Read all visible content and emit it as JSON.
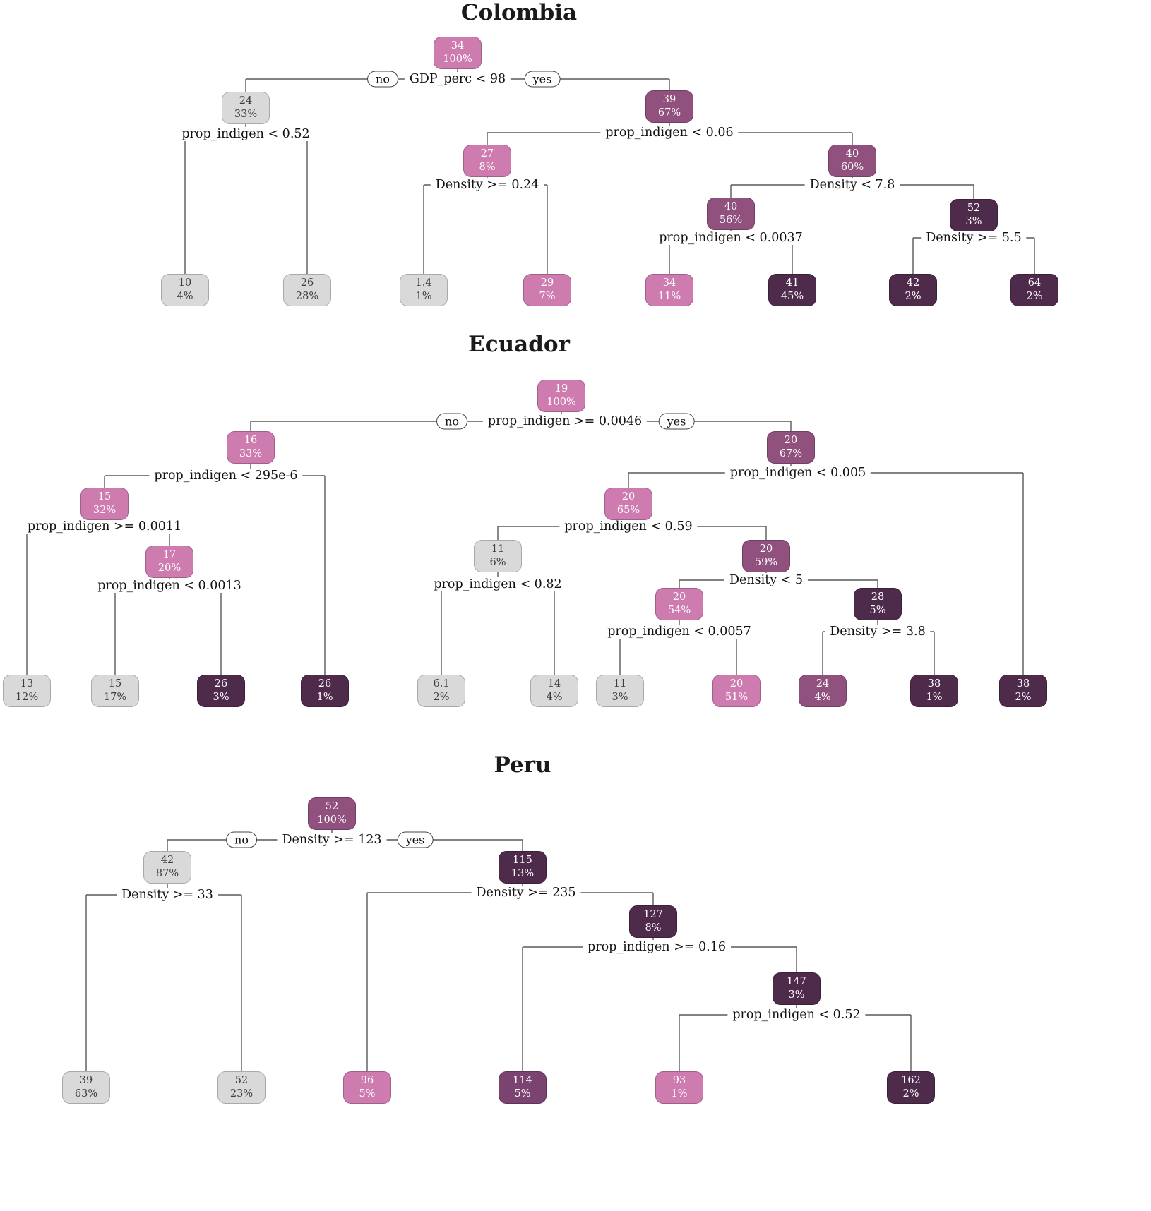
{
  "palette": {
    "node_gray": "#d9d9d9",
    "node_pink": "#ce7cb0",
    "node_mauve": "#91517e",
    "node_plum": "#7a4370",
    "node_dark": "#4e2a4b",
    "edge_line": "#595959",
    "gray_node_text": "#3d3d3d",
    "colored_node_text": "#ffffff",
    "title_text": "#1a1a1a"
  },
  "trees": [
    {
      "title": "Colombia",
      "branch_labels": {
        "no": "no",
        "yes": "yes"
      },
      "splits": [
        "GDP_perc < 98",
        "prop_indigen < 0.52",
        "prop_indigen < 0.06",
        "Density >= 0.24",
        "Density < 7.8",
        "prop_indigen < 0.0037",
        "Density >= 5.5"
      ],
      "nodes": [
        {
          "value": "34",
          "pct": "100%"
        },
        {
          "value": "24",
          "pct": "33%"
        },
        {
          "value": "39",
          "pct": "67%"
        },
        {
          "value": "27",
          "pct": "8%"
        },
        {
          "value": "40",
          "pct": "60%"
        },
        {
          "value": "40",
          "pct": "56%"
        },
        {
          "value": "52",
          "pct": "3%"
        },
        {
          "value": "10",
          "pct": "4%"
        },
        {
          "value": "26",
          "pct": "28%"
        },
        {
          "value": "1.4",
          "pct": "1%"
        },
        {
          "value": "29",
          "pct": "7%"
        },
        {
          "value": "34",
          "pct": "11%"
        },
        {
          "value": "41",
          "pct": "45%"
        },
        {
          "value": "42",
          "pct": "2%"
        },
        {
          "value": "64",
          "pct": "2%"
        }
      ]
    },
    {
      "title": "Ecuador",
      "branch_labels": {
        "no": "no",
        "yes": "yes"
      },
      "splits": [
        "prop_indigen >= 0.0046",
        "prop_indigen < 295e-6",
        "prop_indigen >= 0.0011",
        "prop_indigen < 0.0013",
        "prop_indigen < 0.005",
        "prop_indigen < 0.59",
        "prop_indigen < 0.82",
        "Density < 5",
        "prop_indigen < 0.0057",
        "Density >= 3.8"
      ],
      "nodes": [
        {
          "value": "19",
          "pct": "100%"
        },
        {
          "value": "16",
          "pct": "33%"
        },
        {
          "value": "20",
          "pct": "67%"
        },
        {
          "value": "15",
          "pct": "32%"
        },
        {
          "value": "17",
          "pct": "20%"
        },
        {
          "value": "20",
          "pct": "65%"
        },
        {
          "value": "11",
          "pct": "6%"
        },
        {
          "value": "20",
          "pct": "59%"
        },
        {
          "value": "20",
          "pct": "54%"
        },
        {
          "value": "28",
          "pct": "5%"
        },
        {
          "value": "13",
          "pct": "12%"
        },
        {
          "value": "15",
          "pct": "17%"
        },
        {
          "value": "26",
          "pct": "3%"
        },
        {
          "value": "26",
          "pct": "1%"
        },
        {
          "value": "6.1",
          "pct": "2%"
        },
        {
          "value": "14",
          "pct": "4%"
        },
        {
          "value": "11",
          "pct": "3%"
        },
        {
          "value": "20",
          "pct": "51%"
        },
        {
          "value": "24",
          "pct": "4%"
        },
        {
          "value": "38",
          "pct": "1%"
        },
        {
          "value": "38",
          "pct": "2%"
        }
      ]
    },
    {
      "title": "Peru",
      "branch_labels": {
        "no": "no",
        "yes": "yes"
      },
      "splits": [
        "Density >= 123",
        "Density >= 33",
        "Density >= 235",
        "prop_indigen >= 0.16",
        "prop_indigen < 0.52"
      ],
      "nodes": [
        {
          "value": "52",
          "pct": "100%"
        },
        {
          "value": "42",
          "pct": "87%"
        },
        {
          "value": "115",
          "pct": "13%"
        },
        {
          "value": "127",
          "pct": "8%"
        },
        {
          "value": "147",
          "pct": "3%"
        },
        {
          "value": "39",
          "pct": "63%"
        },
        {
          "value": "52",
          "pct": "23%"
        },
        {
          "value": "96",
          "pct": "5%"
        },
        {
          "value": "114",
          "pct": "5%"
        },
        {
          "value": "93",
          "pct": "1%"
        },
        {
          "value": "162",
          "pct": "2%"
        }
      ]
    }
  ]
}
